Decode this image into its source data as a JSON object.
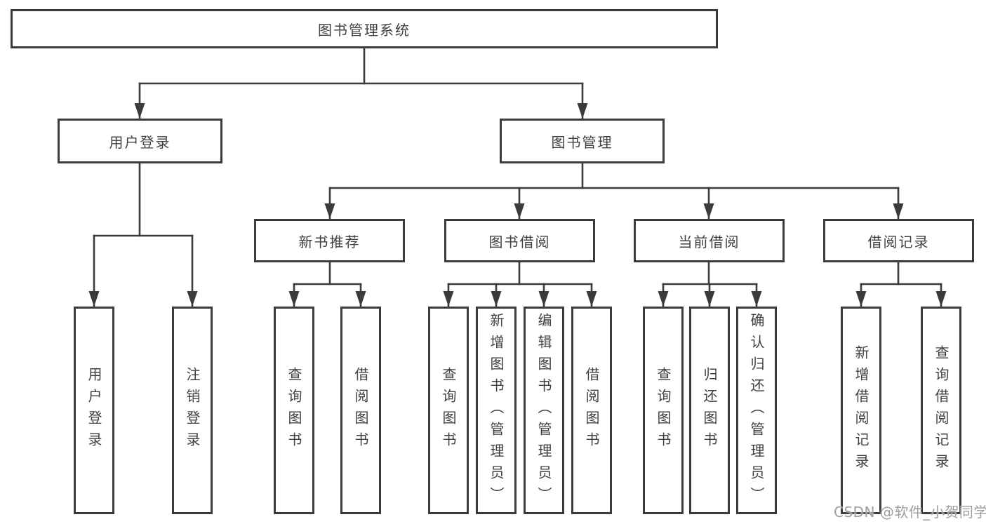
{
  "root": {
    "label": "图书管理系统"
  },
  "level2": {
    "user_login": "用户登录",
    "book_mgmt": "图书管理"
  },
  "level3": {
    "new_books": "新书推荐",
    "borrowing": "图书借阅",
    "current": "当前借阅",
    "records": "借阅记录"
  },
  "leaves": {
    "login": "用户登录",
    "logout": "注销登录",
    "nb_query": "查询图书",
    "nb_borrow": "借阅图书",
    "bb_query": "查询图书",
    "bb_add": "新增图书（管理员）",
    "bb_edit": "编辑图书（管理员）",
    "bb_borrow": "借阅图书",
    "cb_query": "查询图书",
    "cb_return": "归还图书",
    "cb_confirm": "确认归还（管理员）",
    "br_add": "新增借阅记录",
    "br_query": "查询借阅记录"
  },
  "watermark": {
    "text": "CSDN @软件_小贺同学"
  },
  "colors": {
    "line": "#3b3b3b",
    "text": "#404040",
    "background": "#ffffff",
    "watermark": "#9e9e9e"
  }
}
